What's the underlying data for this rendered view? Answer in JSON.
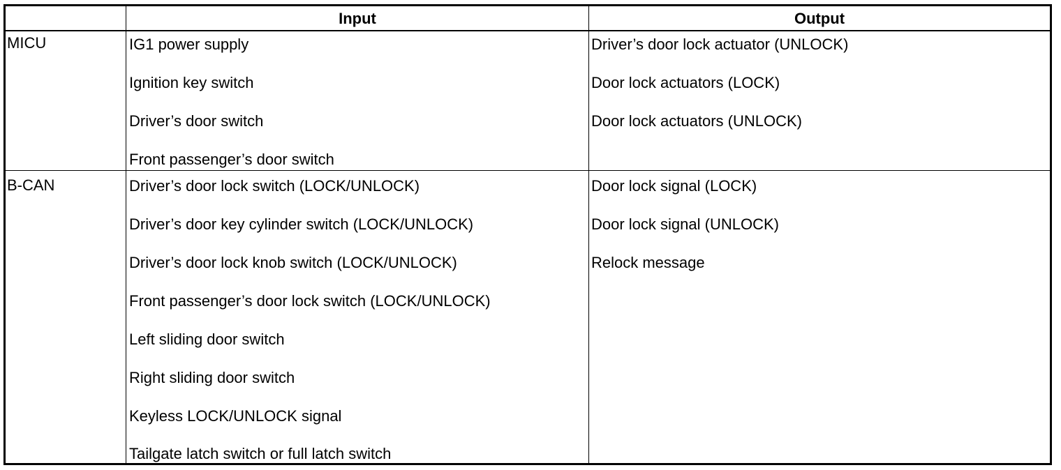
{
  "headers": {
    "blank": "",
    "input": "Input",
    "output": "Output"
  },
  "rows": [
    {
      "unit": "MICU",
      "inputs": [
        "IG1 power supply",
        "Ignition key switch",
        "Driver’s door switch",
        "Front passenger’s door switch"
      ],
      "outputs": [
        "Driver’s door lock actuator (UNLOCK)",
        "Door lock actuators (LOCK)",
        "Door lock actuators (UNLOCK)"
      ]
    },
    {
      "unit": "B-CAN",
      "inputs": [
        "Driver’s door lock switch (LOCK/UNLOCK)",
        "Driver’s door key cylinder switch (LOCK/UNLOCK)",
        "Driver’s door lock knob switch (LOCK/UNLOCK)",
        "Front passenger’s door lock switch (LOCK/UNLOCK)",
        "Left sliding door switch",
        "Right sliding door switch",
        "Keyless LOCK/UNLOCK signal",
        "Tailgate latch switch or full latch switch"
      ],
      "outputs": [
        "Door lock signal (LOCK)",
        "Door lock signal (UNLOCK)",
        "Relock message"
      ]
    }
  ]
}
